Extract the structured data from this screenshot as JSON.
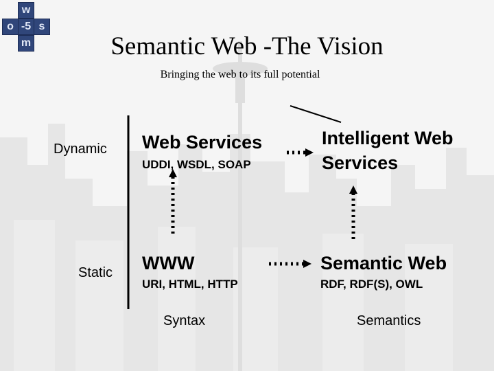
{
  "slide": {
    "title": "Semantic Web -The Vision",
    "subtitle": "Bringing the web to its full potential"
  },
  "logo": {
    "letters": [
      "w",
      "o",
      "s",
      "m",
      "-5"
    ]
  },
  "axes": {
    "y_top": "Dynamic",
    "y_bottom": "Static",
    "x_left": "Syntax",
    "x_right": "Semantics"
  },
  "quadrants": {
    "top_left": {
      "title": "Web Services",
      "subtitle": "UDDI, WSDL, SOAP"
    },
    "top_right": {
      "title_line1": "Intelligent Web",
      "title_line2": "Services"
    },
    "bottom_left": {
      "title": "WWW",
      "subtitle": "URI, HTML, HTTP"
    },
    "bottom_right": {
      "title": "Semantic Web",
      "subtitle": "RDF, RDF(S), OWL"
    }
  },
  "colors": {
    "logo_blue": "#30467a",
    "text": "#000000",
    "background": "#f4f4f4"
  }
}
